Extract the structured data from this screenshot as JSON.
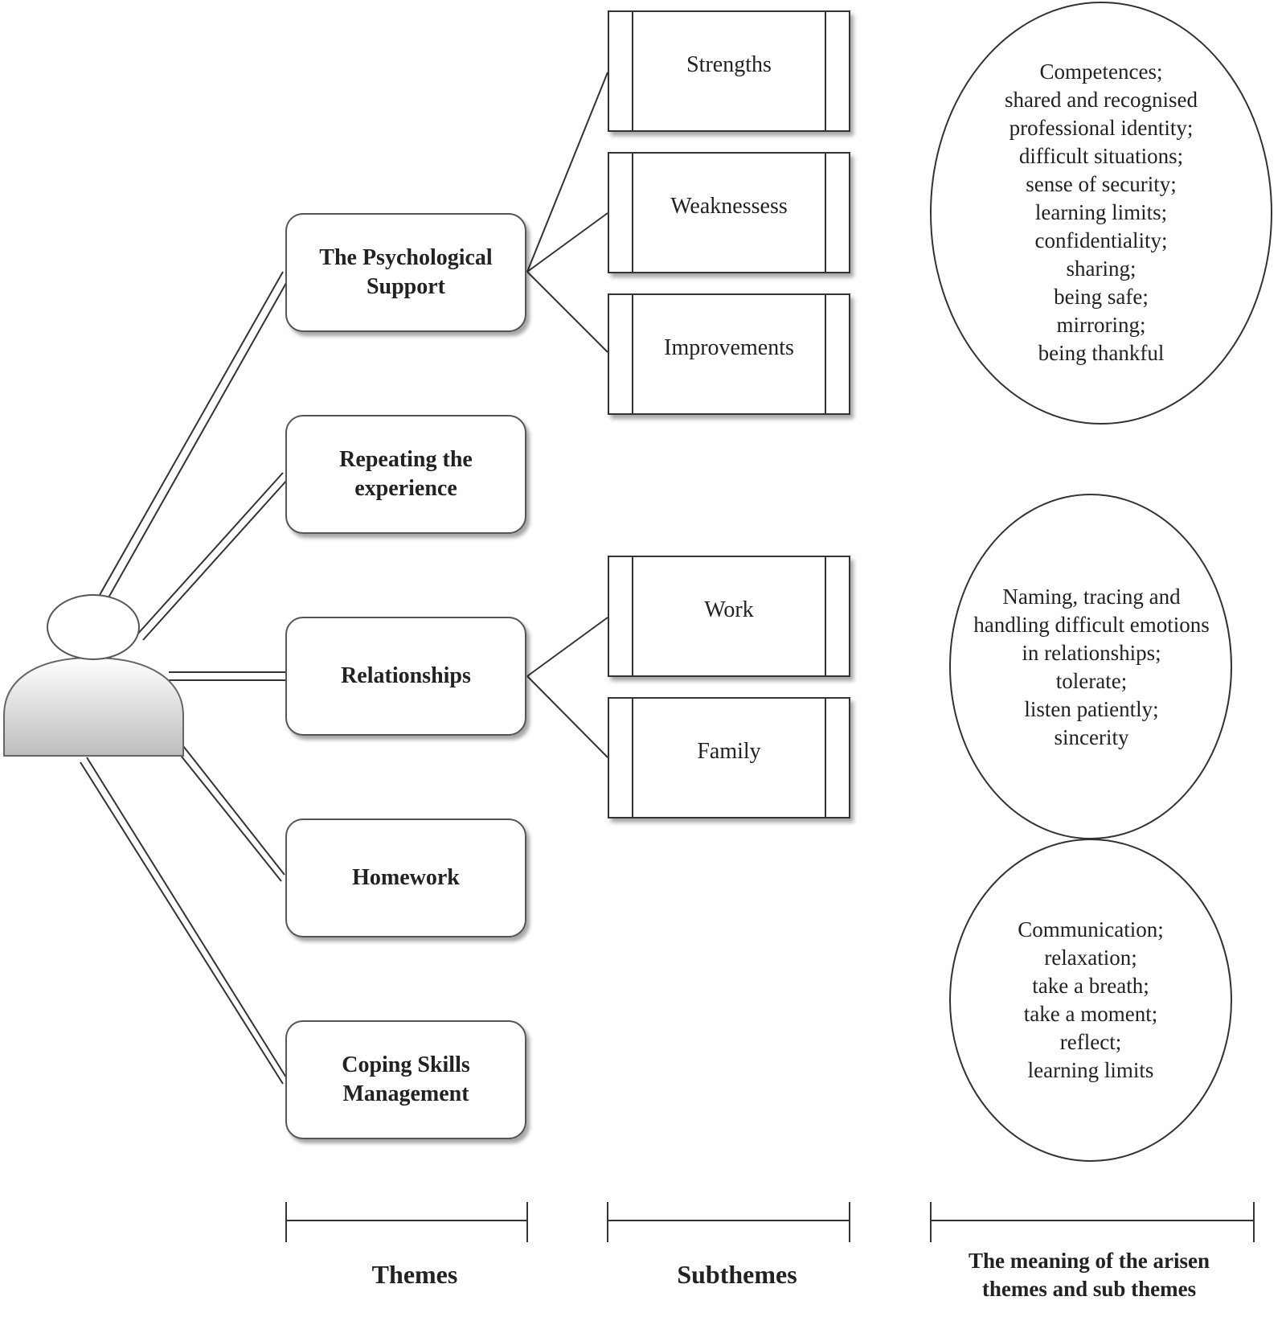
{
  "themes": [
    {
      "label": "The Psychological Support"
    },
    {
      "label": "Repeating the experience"
    },
    {
      "label": "Relationships"
    },
    {
      "label": "Homework"
    },
    {
      "label": "Coping Skills Management"
    }
  ],
  "subthemes": [
    {
      "label": "Strengths",
      "theme": "The Psychological Support"
    },
    {
      "label": "Weaknessess",
      "theme": "The Psychological Support"
    },
    {
      "label": "Improvements",
      "theme": "The Psychological Support"
    },
    {
      "label": "Work",
      "theme": "Relationships"
    },
    {
      "label": "Family",
      "theme": "Relationships"
    }
  ],
  "meanings": [
    {
      "text": "Competences;\nshared and recognised\nprofessional identity;\ndifficult situations;\nsense of security;\nlearning limits;\nconfidentiality;\nsharing;\nbeing safe;\nmirroring;\nbeing thankful"
    },
    {
      "text": "Naming, tracing and\nhandling difficult emotions\nin relationships;\ntolerate;\nlisten patiently;\nsincerity"
    },
    {
      "text": "Communication;\nrelaxation;\ntake a breath;\ntake a moment;\nreflect;\nlearning limits"
    }
  ],
  "columns": {
    "themes": "Themes",
    "subthemes": "Subthemes",
    "meaning_line1": "The meaning of the arisen",
    "meaning_line2": "themes and sub themes"
  },
  "colors": {
    "line": "#333333",
    "person_fill_top": "#ffffff",
    "person_fill_bottom": "#bdbdbd"
  }
}
